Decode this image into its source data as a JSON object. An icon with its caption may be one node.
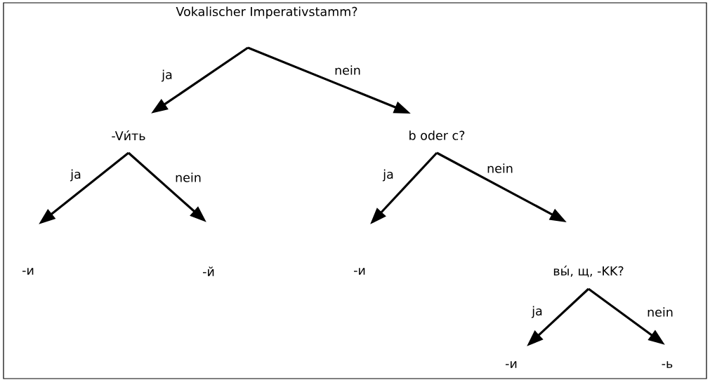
{
  "diagram": {
    "nodes": [
      {
        "text": [
          "Vokalischer Imperativstamm?"
        ]
      },
      {
        "text": [
          "-Vи́ть"
        ]
      },
      {
        "text": [
          "b oder c?"
        ]
      },
      {
        "text": [
          "-и"
        ]
      },
      {
        "text": [
          "-й"
        ]
      },
      {
        "text": [
          "-и"
        ]
      },
      {
        "text": [
          "вы́, щ, -KK?"
        ]
      },
      {
        "text": [
          "-и"
        ]
      },
      {
        "text": [
          "-ь"
        ]
      }
    ],
    "edges": [
      {
        "from": 0,
        "to": 1,
        "arrow": "to",
        "label": "ja"
      },
      {
        "from": 0,
        "to": 2,
        "arrow": "to",
        "label": "nein"
      },
      {
        "from": 1,
        "to": 3,
        "arrow": "to",
        "label": "ja"
      },
      {
        "from": 1,
        "to": 4,
        "arrow": "to",
        "label": "nein"
      },
      {
        "from": 2,
        "to": 5,
        "arrow": "to",
        "label": "ja"
      },
      {
        "from": 2,
        "to": 6,
        "arrow": "to",
        "label": "nein"
      },
      {
        "from": 6,
        "to": 7,
        "arrow": "to",
        "label": "ja"
      },
      {
        "from": 6,
        "to": 8,
        "arrow": "to",
        "label": "nein"
      }
    ]
  }
}
